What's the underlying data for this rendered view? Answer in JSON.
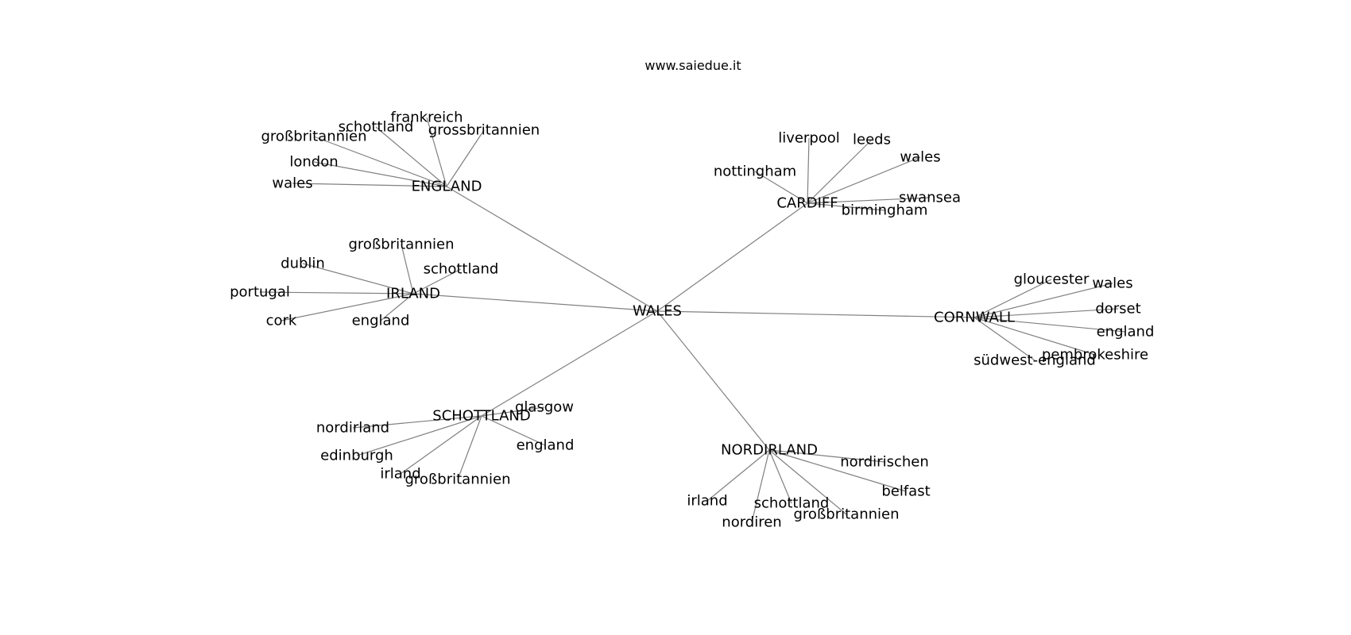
{
  "title": "www.saiedue.it",
  "center": "WALES",
  "clusters": [
    {
      "hub": "ENGLAND",
      "leaves": [
        "frankreich",
        "schottland",
        "grossbritannien",
        "großbritannien",
        "london",
        "wales"
      ]
    },
    {
      "hub": "CARDIFF",
      "leaves": [
        "liverpool",
        "leeds",
        "wales",
        "nottingham",
        "swansea",
        "birmingham"
      ]
    },
    {
      "hub": "IRLAND",
      "leaves": [
        "großbritannien",
        "dublin",
        "schottland",
        "portugal",
        "cork",
        "england"
      ]
    },
    {
      "hub": "CORNWALL",
      "leaves": [
        "gloucester",
        "wales",
        "dorset",
        "england",
        "pembrokeshire",
        "südwest-england"
      ]
    },
    {
      "hub": "SCHOTTLAND",
      "leaves": [
        "glasgow",
        "nordirland",
        "england",
        "edinburgh",
        "irland",
        "großbritannien"
      ]
    },
    {
      "hub": "NORDIRLAND",
      "leaves": [
        "nordirischen",
        "belfast",
        "irland",
        "schottland",
        "großbritannien",
        "nordiren"
      ]
    }
  ]
}
